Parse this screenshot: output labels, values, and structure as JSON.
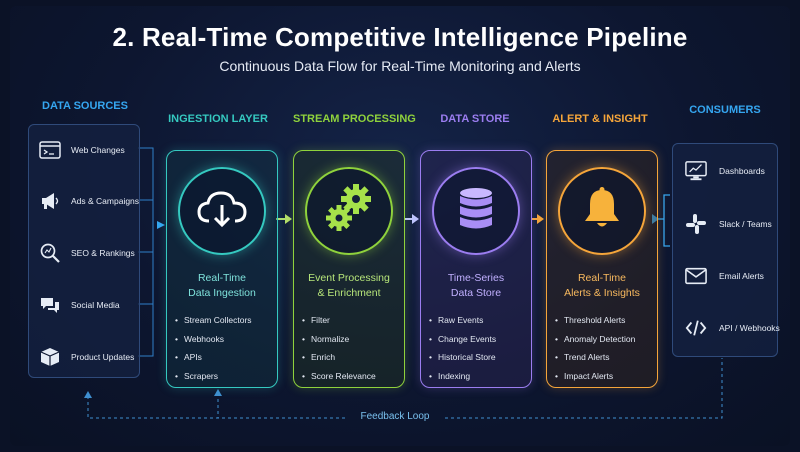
{
  "title": "2. Real-Time Competitive Intelligence Pipeline",
  "subtitle": "Continuous Data Flow for Real-Time Monitoring and Alerts",
  "sources": {
    "header": "DATA SOURCES",
    "items": [
      {
        "label": "Web Changes",
        "icon": "browser-icon"
      },
      {
        "label": "Ads & Campaigns",
        "icon": "megaphone-icon"
      },
      {
        "label": "SEO & Rankings",
        "icon": "search-icon"
      },
      {
        "label": "Social Media",
        "icon": "chat-icon"
      },
      {
        "label": "Product Updates",
        "icon": "box-icon"
      }
    ]
  },
  "stages": [
    {
      "header": "INGESTION LAYER",
      "name1": "Real-Time",
      "name2": "Data Ingestion",
      "icon": "cloud-download-icon",
      "color": "#35c9c0",
      "items": [
        "Stream Collectors",
        "Webhooks",
        "APIs",
        "Scrapers"
      ]
    },
    {
      "header": "STREAM PROCESSING",
      "name1": "Event Processing",
      "name2": "& Enrichment",
      "icon": "gears-icon",
      "color": "#8fd23c",
      "items": [
        "Filter",
        "Normalize",
        "Enrich",
        "Score Relevance"
      ]
    },
    {
      "header": "DATA STORE",
      "name1": "Time-Series",
      "name2": "Data Store",
      "icon": "database-icon",
      "color": "#9b7df0",
      "items": [
        "Raw Events",
        "Change Events",
        "Historical Store",
        "Indexing"
      ]
    },
    {
      "header": "ALERT & INSIGHT",
      "name1": "Real-Time",
      "name2": "Alerts & Insights",
      "icon": "bell-icon",
      "color": "#f5a53a",
      "items": [
        "Threshold Alerts",
        "Anomaly Detection",
        "Trend Alerts",
        "Impact Alerts"
      ]
    }
  ],
  "consumers": {
    "header": "CONSUMERS",
    "items": [
      {
        "label": "Dashboards",
        "icon": "monitor-chart-icon"
      },
      {
        "label": "Slack / Teams",
        "icon": "slack-icon"
      },
      {
        "label": "Email Alerts",
        "icon": "envelope-icon"
      },
      {
        "label": "API / Webhooks",
        "icon": "code-icon"
      }
    ]
  },
  "feedback": "Feedback Loop",
  "colors": {
    "header_blue": "#35a6f0",
    "ingestion": "#35c9c0",
    "processing": "#8fd23c",
    "store": "#9b7df0",
    "alert": "#f5a53a"
  }
}
